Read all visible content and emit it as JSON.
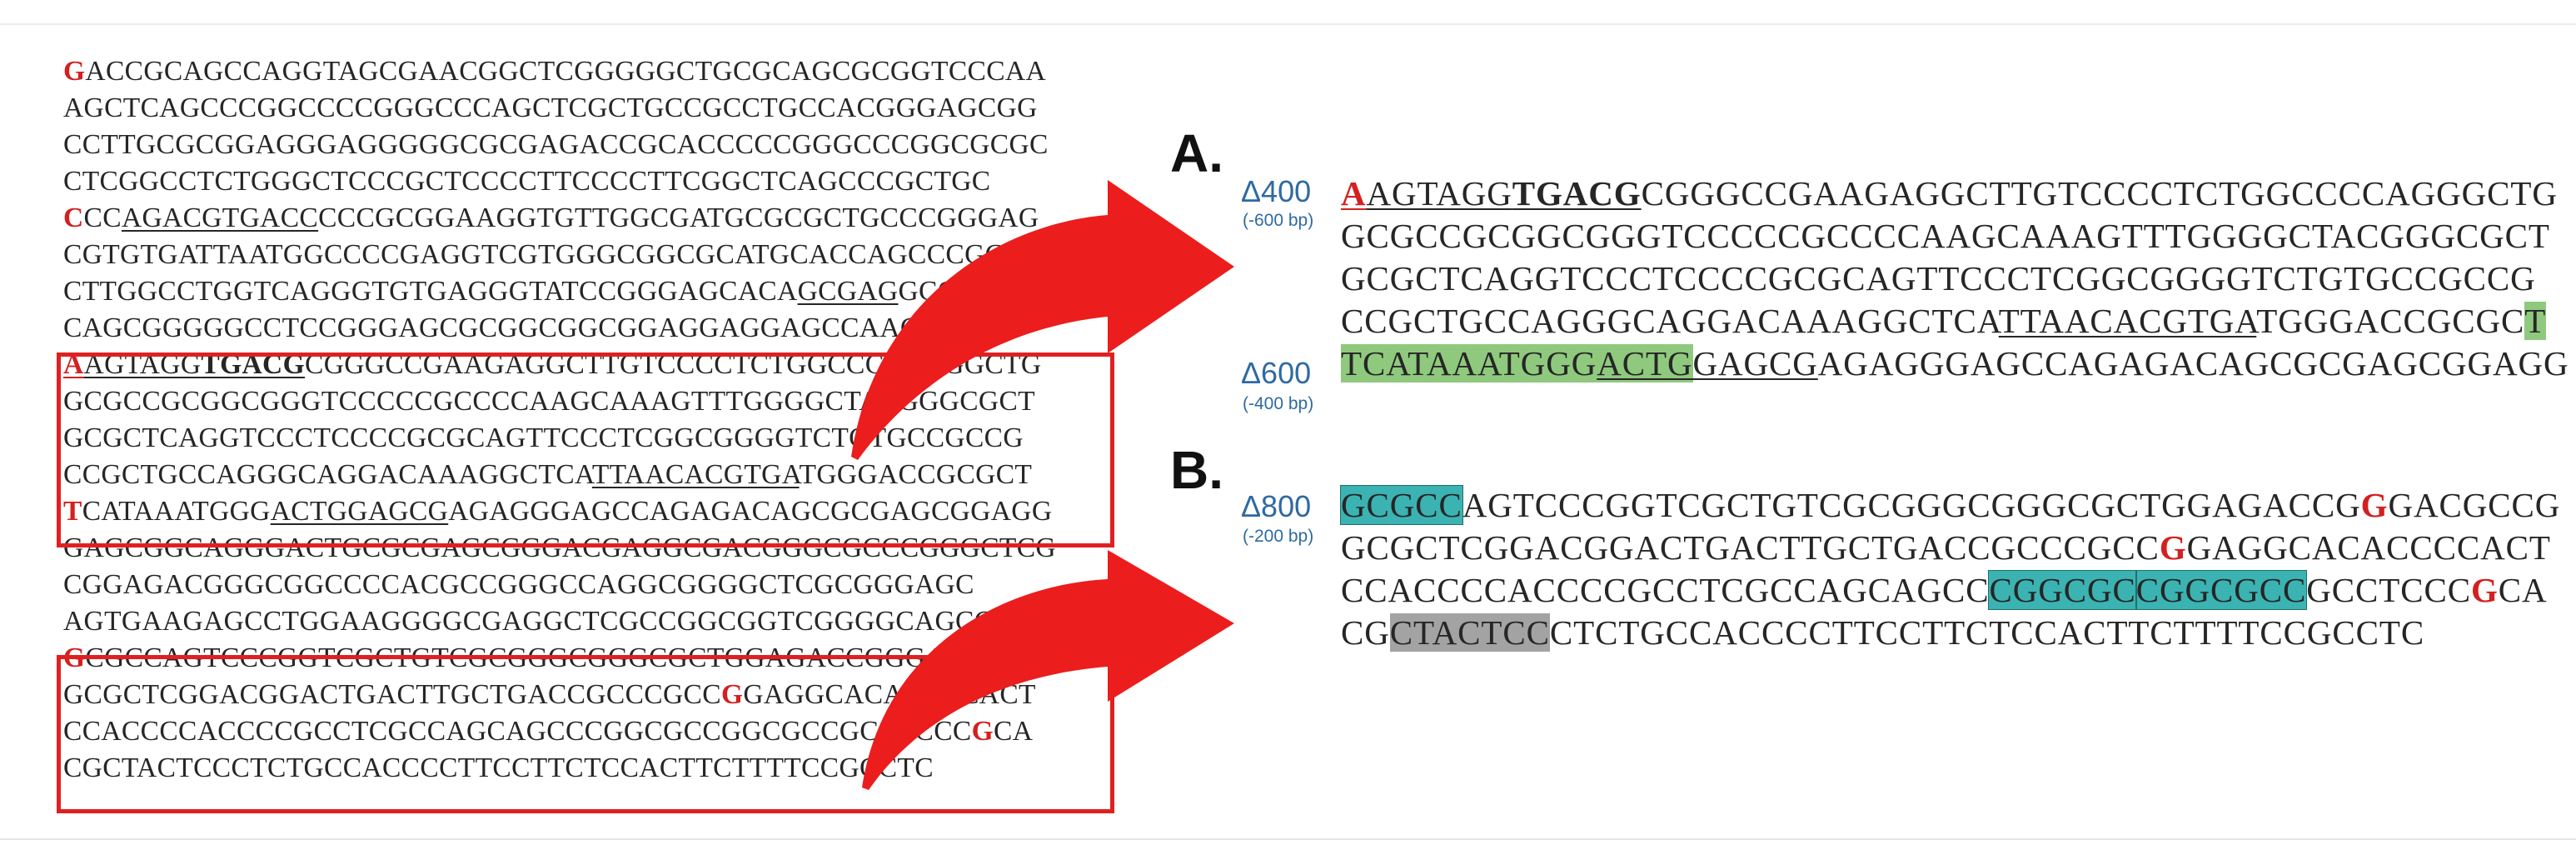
{
  "full_sequence": {
    "lines": [
      [
        {
          "t": "G",
          "s": "r"
        },
        {
          "t": "ACCGCAGCCAGGTAGCGAACGGCTCGGGGGCTGCGCAGCGCGGTCCCAA"
        }
      ],
      [
        {
          "t": "AGCTCAGCCCGGCCCCGGGCCCAGCTCGCTGCCGCCTGCCACGGGAGCGG"
        }
      ],
      [
        {
          "t": "CCTTGCGCGGAGGGAGGGGGCGCGAGACCGCACCCCCGGGCCCGGCGCGC"
        }
      ],
      [
        {
          "t": "CTCGGCCTCTGGGCTCCCGCTCCCCTTCCCCTTCGGCTCAGCCCGCTGC"
        }
      ],
      [
        {
          "t": "C",
          "s": "r"
        },
        {
          "t": "CC"
        },
        {
          "t": "AGACGTGACC",
          "s": "u"
        },
        {
          "t": "CCCGCGGAAGGTGTTGGCGATGCGCGCTGCCCGGGAG"
        }
      ],
      [
        {
          "t": "CGTGTGATTAATGGCCCCGAGGTCGTGGGCGGCGCATGCACCAGCCCGG"
        }
      ],
      [
        {
          "t": "CTTGGCCTGGTCAGGGTGTGAGGGTATCCGGGAGCACA"
        },
        {
          "t": "GCGAG",
          "s": "u"
        },
        {
          "t": "GCGG"
        }
      ],
      [
        {
          "t": "CAGCGGGGGCCTCCGGGAGCGCGGCGGCGGAGGAGGAGCCAAGAGGAG"
        }
      ],
      [
        {
          "t": "A",
          "s": "r u"
        },
        {
          "t": "AGTAGG",
          "s": "u"
        },
        {
          "t": "TGACG",
          "s": "u b"
        },
        {
          "t": "CGGGCCGAAGAGGCTTGTCCCCTCTGGCCCCAGGGCTG"
        }
      ],
      [
        {
          "t": "GCGCCGCGGCGGGTCCCCCGCCCCAAGCAAAGTTTGGGGCTACGGGCGCT"
        }
      ],
      [
        {
          "t": "GCGCTCAGGTCCCTCCCCGCGCAGTTCCCTCGGCGGGGTCTGTGCCGCCG"
        }
      ],
      [
        {
          "t": "CCGCTGCCAGGGCAGGACAAAGGCTCA"
        },
        {
          "t": "TTAACACGTGA",
          "s": "u"
        },
        {
          "t": "TGGGACCGCGCT"
        }
      ],
      [
        {
          "t": "T",
          "s": "r"
        },
        {
          "t": "CATAAATGGG"
        },
        {
          "t": "ACTGGAGCG",
          "s": "u"
        },
        {
          "t": "AGAGGGAGCCAGAGACAGCGCGAGCGGAGG"
        }
      ],
      [
        {
          "t": "GAGCGGCAGGGACTGCGCGAGCGGGACGAGGCGACGGGCGCCCGGGCTCG"
        }
      ],
      [
        {
          "t": "CGGAGACGGGCGGCCCCACGCCGGGCCAGGCGGGGCTCGCGGGAGC"
        }
      ],
      [
        {
          "t": "AGTGAAGAGCCTGGAAGGGGCGAGGCTCGCCGGCGGTCGGGGCAGCGGG"
        }
      ],
      [
        {
          "t": "G",
          "s": "r"
        },
        {
          "t": "CGCCAGTCCCGGTCGCTGTCGCGGGCGGGCGCTGGAGACCGGGACGCCG"
        }
      ],
      [
        {
          "t": "GCGCTCGGACGGACTGACTTGCTGACCGCCCGCC"
        },
        {
          "t": "G",
          "s": "r"
        },
        {
          "t": "GAGGCACACCCCACT"
        }
      ],
      [
        {
          "t": "CCACCCCACCCCGCCTCGCCAGCAGCCCGGCGCCGGCGCCGCCTCCC"
        },
        {
          "t": "G",
          "s": "r"
        },
        {
          "t": "CA"
        }
      ],
      [
        {
          "t": "CGCTACTCCCTCTGCCACCCCTTCCTTCTCCACTTCTTTTCCGCCTC"
        }
      ]
    ]
  },
  "panel_a": {
    "letter": "A.",
    "labels": [
      {
        "delta": "Δ400",
        "bp": "(-600 bp)"
      },
      {
        "delta": "Δ600",
        "bp": "(-400 bp)"
      }
    ],
    "lines": [
      [
        {
          "t": "A",
          "s": "r u"
        },
        {
          "t": "AGTAGG",
          "s": "u"
        },
        {
          "t": "TGACG",
          "s": "u b"
        },
        {
          "t": "CGGGCCGAAGAGGCTTGTCCCCTCTGGCCCCAGGGCTG"
        }
      ],
      [
        {
          "t": "GCGCCGCGGCGGGTCCCCCGCCCCAAGCAAAGTTTGGGGCTACGGGCGCT"
        }
      ],
      [
        {
          "t": "GCGCTCAGGTCCCTCCCCGCGCAGTTCCCTCGGCGGGGTCTGTGCCGCCG"
        }
      ],
      [
        {
          "t": "CCGCTGCCAGGGCAGGACAAAGGCTCA"
        },
        {
          "t": "TTAACACGTGA",
          "s": "u"
        },
        {
          "t": "TGGGACCGCGC"
        },
        {
          "t": "T",
          "s": "hg"
        }
      ],
      [
        {
          "t": "TCATAAATGGG",
          "s": "hg"
        },
        {
          "t": "ACTG",
          "s": "hg u"
        },
        {
          "t": "GAGCG",
          "s": "u"
        },
        {
          "t": "AGAGGGAGCCAGAGACAGCGCGAGCGGAGG"
        }
      ]
    ]
  },
  "panel_b": {
    "letter": "B.",
    "labels": [
      {
        "delta": "Δ800",
        "bp": "(-200 bp)"
      }
    ],
    "lines": [
      [
        {
          "t": "GCGCC",
          "s": "ht"
        },
        {
          "t": "AGTCCCGGTCGCTGTCGCGGGCGGGCGCTGGAGACCG"
        },
        {
          "t": "G",
          "s": "r"
        },
        {
          "t": "GACGCCG"
        }
      ],
      [
        {
          "t": "GCGCTCGGACGGACTGACTTGCTGACCGCCCGCC"
        },
        {
          "t": "G",
          "s": "r"
        },
        {
          "t": "GAGGCACACCCCACT"
        }
      ],
      [
        {
          "t": "CCACCCCACCCCGCCTCGCCAGCAGCC"
        },
        {
          "t": "CGGCGC",
          "s": "ht"
        },
        {
          "t": "CGGCGCC",
          "s": "ht"
        },
        {
          "t": "GCCTCCC"
        },
        {
          "t": "G",
          "s": "r"
        },
        {
          "t": "CA"
        }
      ],
      [
        {
          "t": "CG"
        },
        {
          "t": "CTACTCC",
          "s": "hgr"
        },
        {
          "t": "CTCTGCCACCCCTTCCTTCTCCACTTCTTTTCCGCCTC"
        }
      ]
    ]
  },
  "colors": {
    "accent_red": "#e02020",
    "highlight_green": "#8fc97e",
    "highlight_teal": "#3bb3b2",
    "highlight_gray": "#a3a3a3",
    "label_blue": "#2e6aa3"
  }
}
